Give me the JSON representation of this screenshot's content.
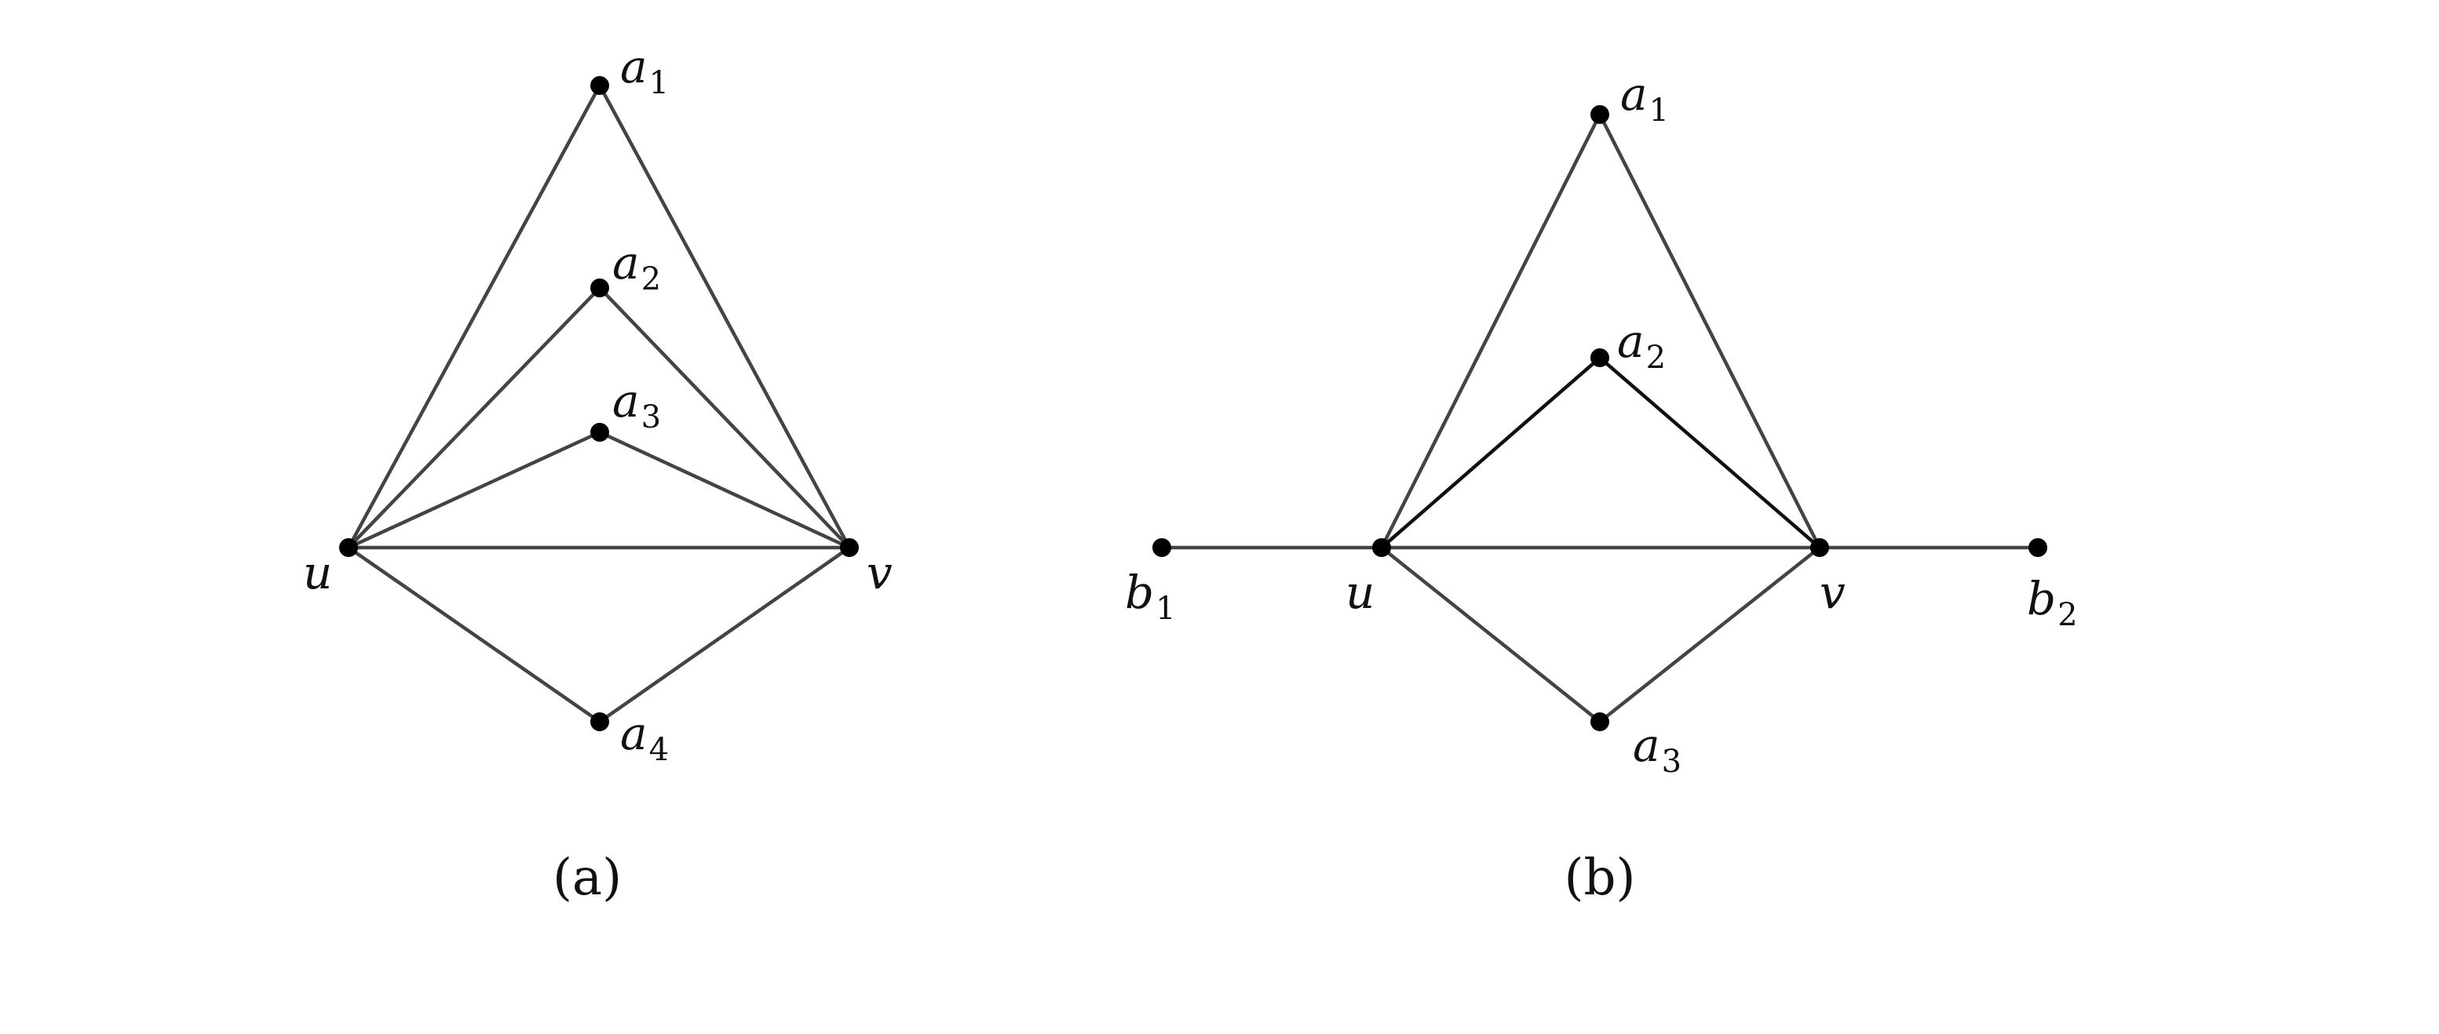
{
  "graphs": [
    {
      "id": "a",
      "caption": "(a)",
      "nodes": [
        {
          "id": "a1",
          "base": "a",
          "sub": "1"
        },
        {
          "id": "a2",
          "base": "a",
          "sub": "2"
        },
        {
          "id": "a3",
          "base": "a",
          "sub": "3"
        },
        {
          "id": "u",
          "base": "u",
          "sub": ""
        },
        {
          "id": "v",
          "base": "v",
          "sub": ""
        },
        {
          "id": "a4",
          "base": "a",
          "sub": "4"
        }
      ],
      "edges": [
        [
          "u",
          "a1"
        ],
        [
          "a1",
          "v"
        ],
        [
          "u",
          "a2"
        ],
        [
          "a2",
          "v"
        ],
        [
          "u",
          "a3"
        ],
        [
          "a3",
          "v"
        ],
        [
          "u",
          "v"
        ],
        [
          "u",
          "a4"
        ],
        [
          "a4",
          "v"
        ]
      ]
    },
    {
      "id": "b",
      "caption": "(b)",
      "nodes": [
        {
          "id": "a1",
          "base": "a",
          "sub": "1"
        },
        {
          "id": "a2",
          "base": "a",
          "sub": "2"
        },
        {
          "id": "b1",
          "base": "b",
          "sub": "1"
        },
        {
          "id": "u",
          "base": "u",
          "sub": ""
        },
        {
          "id": "v",
          "base": "v",
          "sub": ""
        },
        {
          "id": "b2",
          "base": "b",
          "sub": "2"
        },
        {
          "id": "a3",
          "base": "a",
          "sub": "3"
        }
      ],
      "edges": [
        [
          "u",
          "a1"
        ],
        [
          "a1",
          "v"
        ],
        [
          "u",
          "a2"
        ],
        [
          "a2",
          "v"
        ],
        [
          "b1",
          "u"
        ],
        [
          "u",
          "v"
        ],
        [
          "v",
          "b2"
        ],
        [
          "u",
          "a3"
        ],
        [
          "a3",
          "v"
        ]
      ]
    }
  ]
}
